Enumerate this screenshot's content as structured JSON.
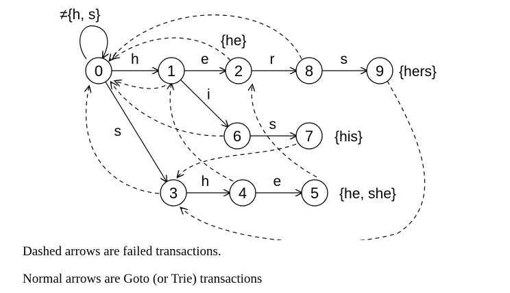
{
  "nodes": [
    {
      "id": "0",
      "label": "0"
    },
    {
      "id": "1",
      "label": "1"
    },
    {
      "id": "2",
      "label": "2"
    },
    {
      "id": "8",
      "label": "8"
    },
    {
      "id": "9",
      "label": "9"
    },
    {
      "id": "6",
      "label": "6"
    },
    {
      "id": "7",
      "label": "7"
    },
    {
      "id": "3",
      "label": "3"
    },
    {
      "id": "4",
      "label": "4"
    },
    {
      "id": "5",
      "label": "5"
    }
  ],
  "goto_edges": [
    {
      "from": "0",
      "to": "1",
      "label": "h"
    },
    {
      "from": "1",
      "to": "2",
      "label": "e"
    },
    {
      "from": "2",
      "to": "8",
      "label": "r"
    },
    {
      "from": "8",
      "to": "9",
      "label": "s"
    },
    {
      "from": "1",
      "to": "6",
      "label": "i"
    },
    {
      "from": "6",
      "to": "7",
      "label": "s"
    },
    {
      "from": "0",
      "to": "3",
      "label": "s"
    },
    {
      "from": "3",
      "to": "4",
      "label": "h"
    },
    {
      "from": "4",
      "to": "5",
      "label": "e"
    }
  ],
  "self_loop": {
    "node": "0",
    "label": "≠{h, s}"
  },
  "failure_edges": [
    {
      "from": "1",
      "to": "0"
    },
    {
      "from": "2",
      "to": "0"
    },
    {
      "from": "8",
      "to": "0"
    },
    {
      "from": "6",
      "to": "0"
    },
    {
      "from": "3",
      "to": "0"
    },
    {
      "from": "9",
      "to": "3"
    },
    {
      "from": "7",
      "to": "3"
    },
    {
      "from": "4",
      "to": "1"
    },
    {
      "from": "5",
      "to": "2"
    }
  ],
  "outputs": [
    {
      "node": "2",
      "text": "{he}"
    },
    {
      "node": "9",
      "text": "{hers}"
    },
    {
      "node": "7",
      "text": "{his}"
    },
    {
      "node": "5",
      "text": "{he, she}"
    }
  ],
  "captions": {
    "line1": "Dashed arrows are failed transactions.",
    "line2": "Normal arrows are Goto (or Trie) transactions"
  }
}
